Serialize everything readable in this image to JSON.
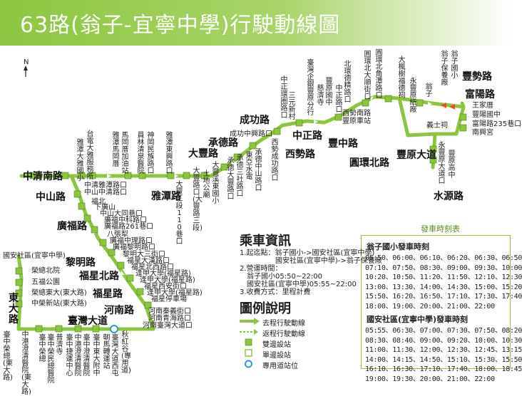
{
  "title": "63路(翁子-宜寧中學)行駛動線圖",
  "north": "N",
  "roads": {
    "zhongqing_nan": "中清南路",
    "zhongshan": "中山路",
    "guangfu": "廣福路",
    "liming": "黎明路",
    "fuxingbei": "福星北路",
    "fuxing": "福星路",
    "henan": "河南路",
    "taiwan_blvd": "臺灣大道",
    "dongda": "東大路",
    "yatan": "雅潭路",
    "dafeng": "大豐路",
    "chengde": "承德路",
    "chenggong": "成功路",
    "zhongzheng": "中正路",
    "xishi": "西勢路",
    "fengzhong": "豐中路",
    "yuanhuanbei": "圓環北路",
    "fengyuan_blvd": "豐原大道",
    "shuiyuan": "水源路",
    "fengshi": "豐勢路",
    "fuyang": "富陽路"
  },
  "stops": {
    "zhongqing_yatan": "中清雅潭路口",
    "zhongshan_zhongqing": "中山中清路口",
    "fubei": "福北",
    "xiaguang": "下廣山",
    "zhongshan_datong": "中山大同巷口",
    "guangfu_zhongke": "廣福中科路口",
    "guangfu_261": "廣福路261巷口",
    "bajiaoli": "八張犁",
    "guangfu_zhongli": "廣福中理路口",
    "guangfu_liming": "廣福黎明路口",
    "liming_dasan": "黎明大三街口",
    "fuxing_dahan": "福星大漢路口",
    "fuxingbei_xitun": "福星北西路口",
    "fengjia_univ": "逢甲大學(福星路)",
    "fengjia_market": "逢甲大學(福星路)",
    "fuxing_xishan": "福星西安街口",
    "fengjia_fuxing": "逢甲大學(福星路)",
    "fuxing_parking": "福星停車場",
    "henan_qiude": "河南秦義街口",
    "henan_taiwan": "河南臺灣大道口",
    "henan_qinghai": "河南青海路口",
    "anning_area": "國安社區(宜寧中學)",
    "long_station": "榮總北院",
    "wufeng_park": "五福公園",
    "rongzong_dongda": "榮總東大(東大路)",
    "zhongrong_dongda": "中榮新站(東大路)",
    "chenggong_zhongxing": "成功中興路口",
    "xishi_nanshi": "西勢南路",
    "fengzhong_station": "豐原車站"
  },
  "chengde_stops": [
    "承德大豐路口",
    "承德三社路口",
    "東亞水電",
    "承德中山路口"
  ],
  "vertical_stops": {
    "yatan_a": "雅潭大雅國小",
    "yatan_b": "台電大雅服務所",
    "yatan_c": "雅潭馬岡厝",
    "yatan_d": "馬岡厝加油站",
    "yatan_e": "員林清泉醫院",
    "yatan_f": "神岡民族路口",
    "yatan_g": "雅潭東興路口",
    "dafeng_a": "大豐三段110巷口",
    "dafeng_b": "大豐路口(大豐路三段)",
    "dafeng_c": "土地公廟",
    "dafeng_d": "大豐溪東國小",
    "xishi_a": "西勢成功路口",
    "xishi_b": "中正環圈路口",
    "xishi_c": "三元新村",
    "xishi_d": "臺灣企銀豐原分行",
    "xishi_e": "慈濟寺",
    "xishi_f": "豐原國中",
    "xishi_g": "中正路口",
    "xishi_h": "北環德精路口",
    "fengyuan_a": "圓環北大順街口",
    "fengyuan_b": "圓環北角潭路口",
    "fengyuan_c": "大楓樹福德祠",
    "fengyuan_d": "永豐原紙廠",
    "fengyuan_e": "豐原高中",
    "fengyuan_f": "永豐原大道口",
    "fengyuan_g": "翁子國小",
    "fengyuan_h": "翁子保養廠",
    "fengyuan_i": "王家厝",
    "fengyuan_j": "豐陽國中",
    "fengyuan_k": "富陽路235巷口",
    "fengyuan_l": "南興宮",
    "fengyuan_m": "翁子",
    "fengyuan_n": "義士祠",
    "taiwan_a": "臺中榮總",
    "taiwan_b": "臺中榮民總醫院",
    "taiwan_c": "普濟寺",
    "taiwan_d": "臺中捷運中心",
    "taiwan_e": "中港澄清醫院",
    "taiwan_f": "臺中澄清醫院",
    "taiwan_g": "秋紅谷(專用道)",
    "taiwan_h": "朝馬轉運站",
    "taiwan_i": "臺灣大道西屯",
    "taiwan_j": "臺中東大附中",
    "dongda_a": "中港澄清醫院(東大路)",
    "dongda_b": "臺中榮總(東大路)"
  },
  "info": {
    "title": "乘車資訊",
    "lines": [
      "1.起迄點：翁子國小->國安社區(宜寧中學)",
      "　　　　　國安社區(宜寧中學)->翁子保養廠",
      "2.營運時間：",
      "　翁子國小05:50~22:00",
      "　國安社區(宜寧中學)05:55~22:00",
      "3.收費方式：里程計費"
    ]
  },
  "legend": {
    "title": "圖例說明",
    "items": [
      "去程行駛動線",
      "返程行駛動線",
      "雙邊設站",
      "單邊設站",
      "專用道站位"
    ]
  },
  "timetable": {
    "title": "發車時刻表",
    "sections": [
      {
        "header": "翁子國小發車時刻",
        "rows": [
          "05:50、06:00、06:10、06:20、06:30、06:50",
          "07:10、07:50、08:30、09:00、09:30、10:00",
          "10:20、10:50、11:20、11:50、12:10、12:30",
          "13:00、13:30、14:00、14:30、15:00、15:20",
          "15:50、16:20、16:50、17:10、17:30、17:40",
          "18:00、19:00、20:00、21:00、22:00"
        ]
      },
      {
        "header": "國安社區(宜寧中學)發車時刻",
        "rows": [
          "05:55、06:30、07:00、07:30、07:50、08:20",
          "08:30、08:40、09:00、09:20、10:00、10:30",
          "11:00、11:30、12:00、12:30、12:45、13:15",
          "14:00、14:15、14:50、15:10、15:30、15:50",
          "16:10、16:30、17:10、17:40、18:00、18:45",
          "19:00、19:30、20:00、21:00、22:00"
        ]
      }
    ]
  },
  "colors": {
    "route": "#8cc63f",
    "stop_fill": "#8cc63f",
    "dedicated_stop": "#2e9bd6",
    "return_arrow": "#e8541c"
  }
}
